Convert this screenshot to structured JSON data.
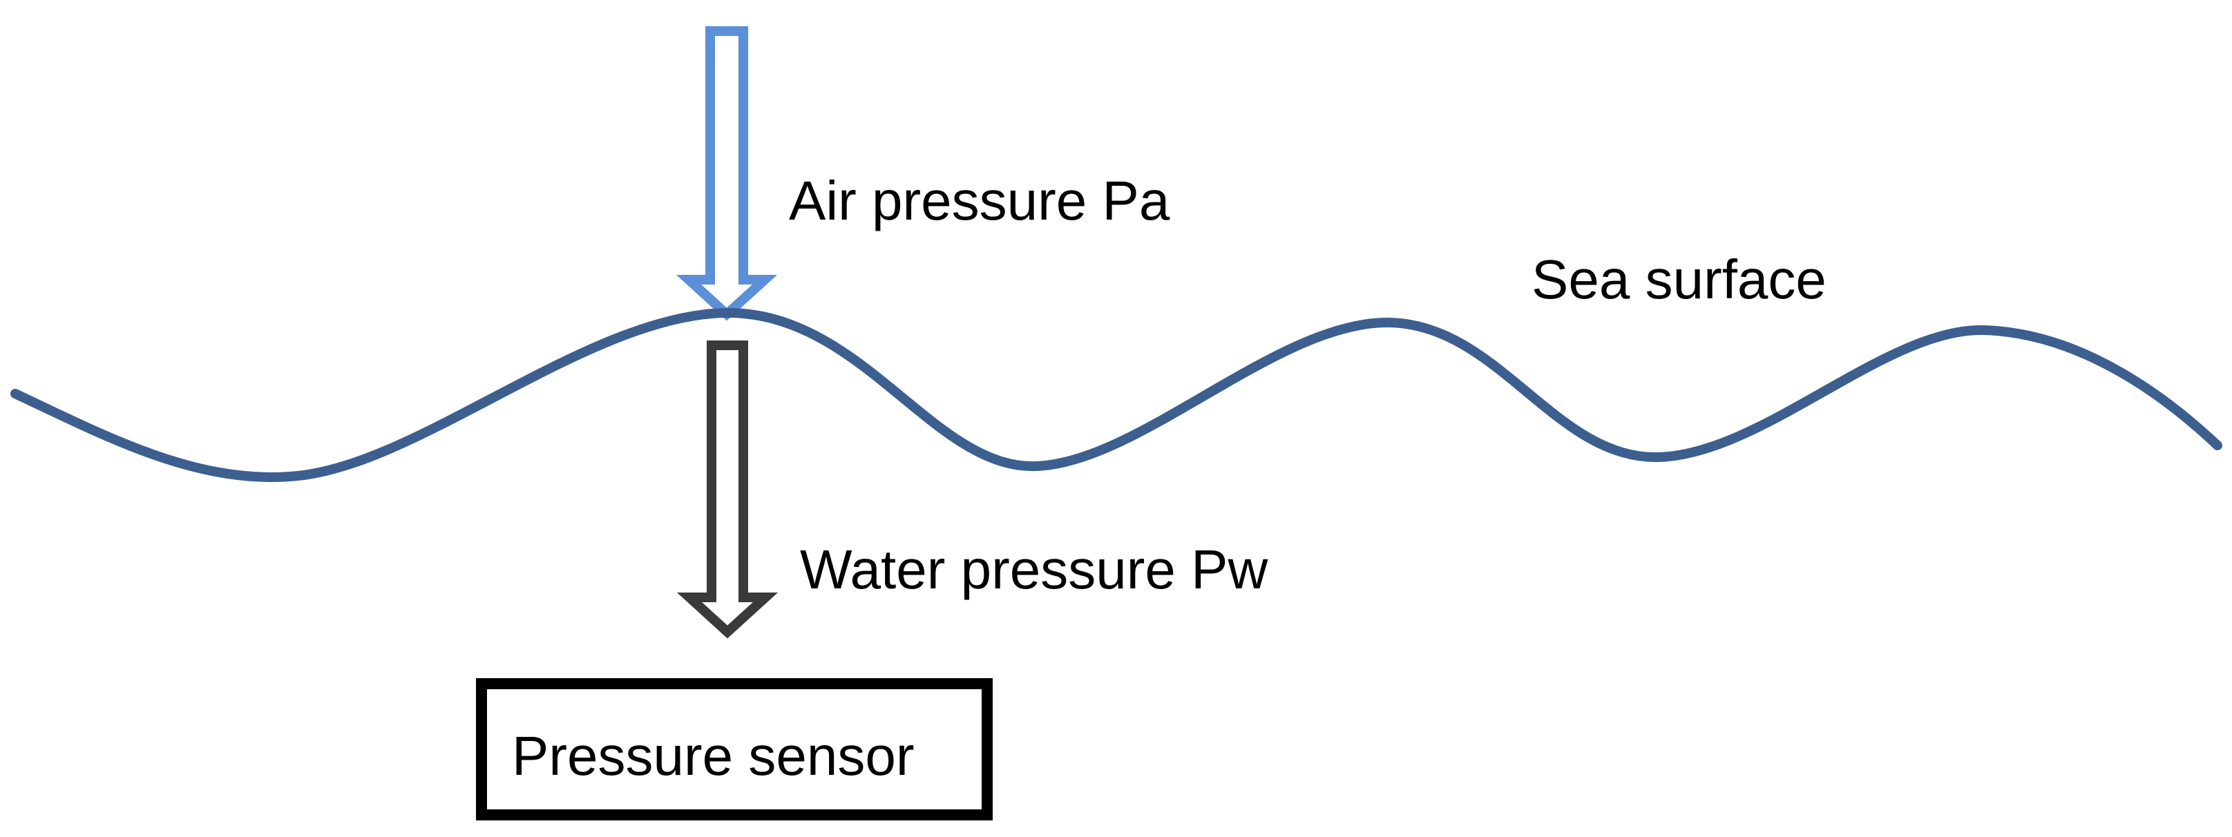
{
  "labels": {
    "air_pressure": "Air pressure Pa",
    "sea_surface": "Sea surface",
    "water_pressure": "Water pressure Pw",
    "sensor": "Pressure sensor"
  },
  "colors": {
    "background": "#ffffff",
    "wave": "#3d5f8f",
    "air_arrow": "#5b8fd8",
    "water_arrow": "#3a3a3a",
    "sensor_border": "#000000",
    "text": "#000000"
  }
}
